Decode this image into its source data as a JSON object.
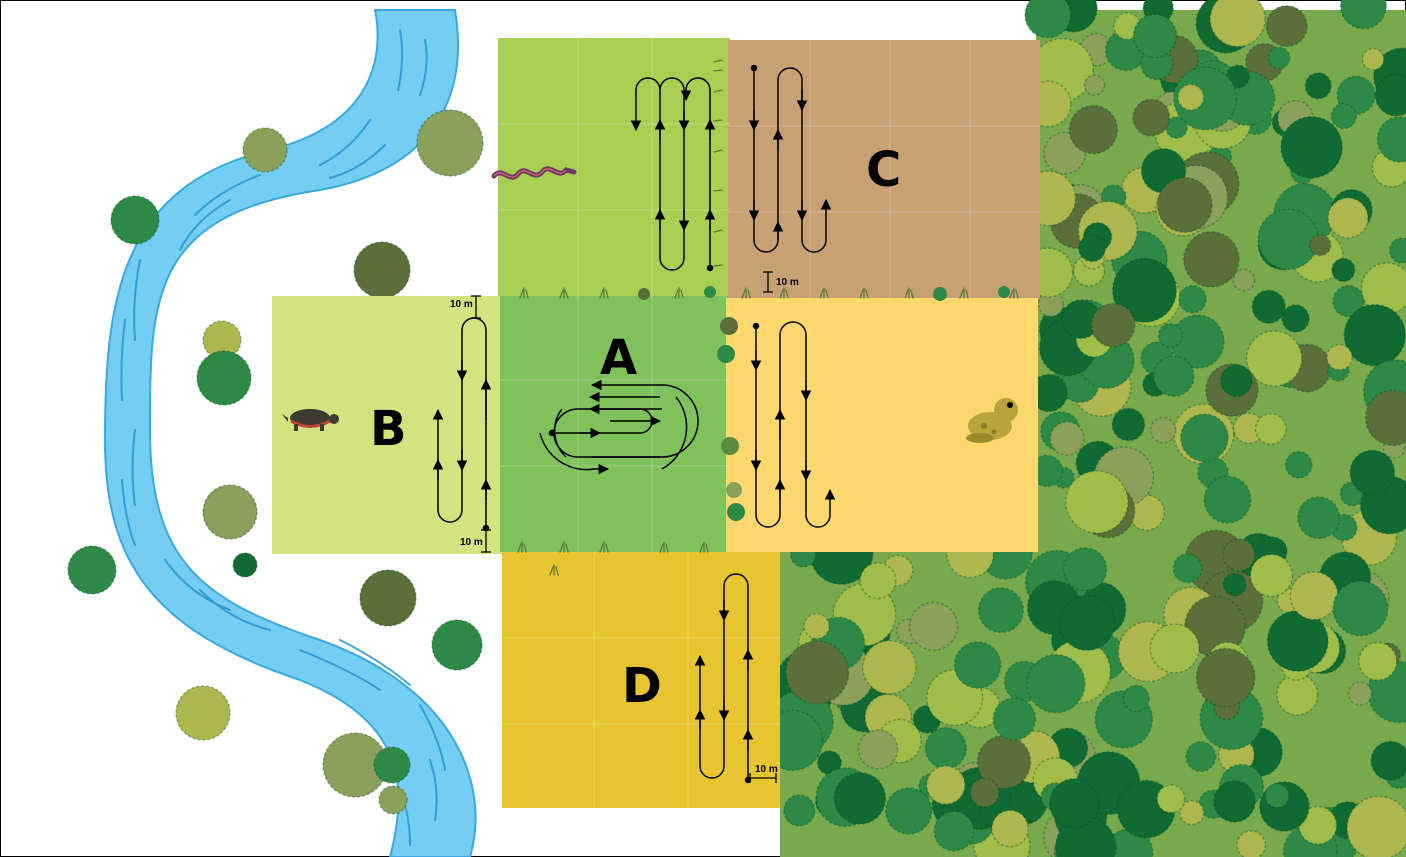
{
  "plots": {
    "A": {
      "label": "A",
      "color": "#7fc15a"
    },
    "B": {
      "label": "B",
      "color": "#d4e37f"
    },
    "C": {
      "label": "C",
      "color": "#c7a074"
    },
    "D": {
      "label": "D",
      "color": "#e6c52e"
    },
    "E": {
      "color": "#fed86c"
    },
    "N": {
      "color": "#a8cf52"
    }
  },
  "scale_label": "10 m",
  "colors": {
    "river": "#74cdf2",
    "river_edge": "#3aa9df",
    "forest_floor": "#78a94d",
    "tree_dark": "#0f6b32",
    "tree_mid": "#2c8a46",
    "tree_olive": "#5a6f3a",
    "tree_sage": "#8ba05a",
    "tree_lime": "#9fbd48",
    "tree_yellow": "#aeb64e"
  },
  "icons": [
    "turtle-icon",
    "snake-icon",
    "frog-icon",
    "tree-icon",
    "grass-icon",
    "river"
  ]
}
